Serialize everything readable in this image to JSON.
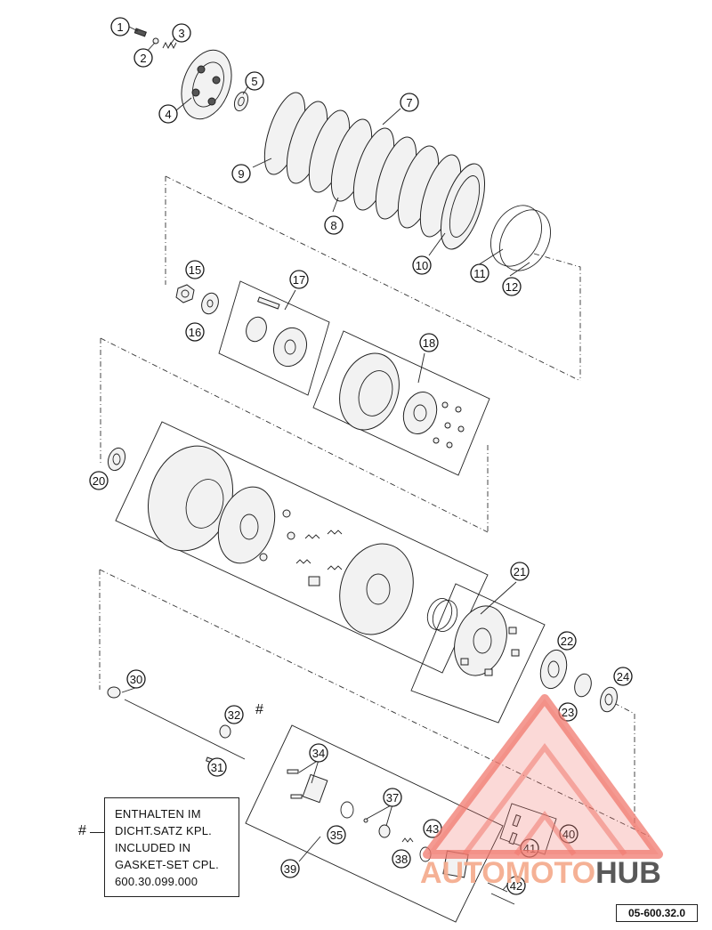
{
  "callouts": [
    "1",
    "2",
    "3",
    "4",
    "5",
    "7",
    "8",
    "9",
    "10",
    "11",
    "12",
    "15",
    "16",
    "17",
    "18",
    "20",
    "21",
    "22",
    "23",
    "24",
    "30",
    "31",
    "32",
    "34",
    "35",
    "37",
    "38",
    "39",
    "40",
    "41",
    "42",
    "43"
  ],
  "hash_markers": [
    "#"
  ],
  "note": {
    "marker": "#",
    "lines": [
      "ENTHALTEN IM",
      "DICHT.SATZ KPL.",
      "INCLUDED IN",
      "GASKET-SET CPL.",
      "600.30.099.000"
    ]
  },
  "reference_code": "05-600.32.0",
  "watermark": {
    "brand_part1": "AUTO",
    "brand_part2": "MOTO",
    "brand_part3": "HUB",
    "accent_color": "#f08a78",
    "text_color": "#f4aa8c",
    "dark_color": "#3c3c3c"
  },
  "colors": {
    "line": "#222222",
    "background": "#ffffff"
  }
}
